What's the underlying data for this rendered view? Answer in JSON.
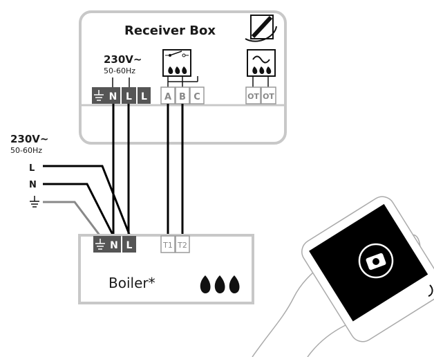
{
  "receiver_box": {
    "title": "Receiver Box",
    "supply_voltage": "230V~",
    "supply_frequency": "50-60Hz",
    "terminals": {
      "n": "N",
      "l1": "L",
      "l2": "L",
      "a": "A",
      "b": "B",
      "c": "C",
      "ot1": "OT",
      "ot2": "OT"
    }
  },
  "supply": {
    "voltage": "230V~",
    "frequency": "50-60Hz",
    "l_label": "L",
    "n_label": "N"
  },
  "boiler": {
    "title": "Boiler*",
    "terminals": {
      "n": "N",
      "l": "L",
      "t1": "T1",
      "t2": "T2"
    }
  },
  "colors": {
    "line": "#000000",
    "box": "#c8c8c8",
    "terminal": "#555555",
    "light_terminal": "#9a9a9a"
  },
  "icons": [
    "ground-icon",
    "relay-switch-icon",
    "flame-icon",
    "opentherm-icon",
    "phone-camera-icon",
    "logo-icon"
  ]
}
